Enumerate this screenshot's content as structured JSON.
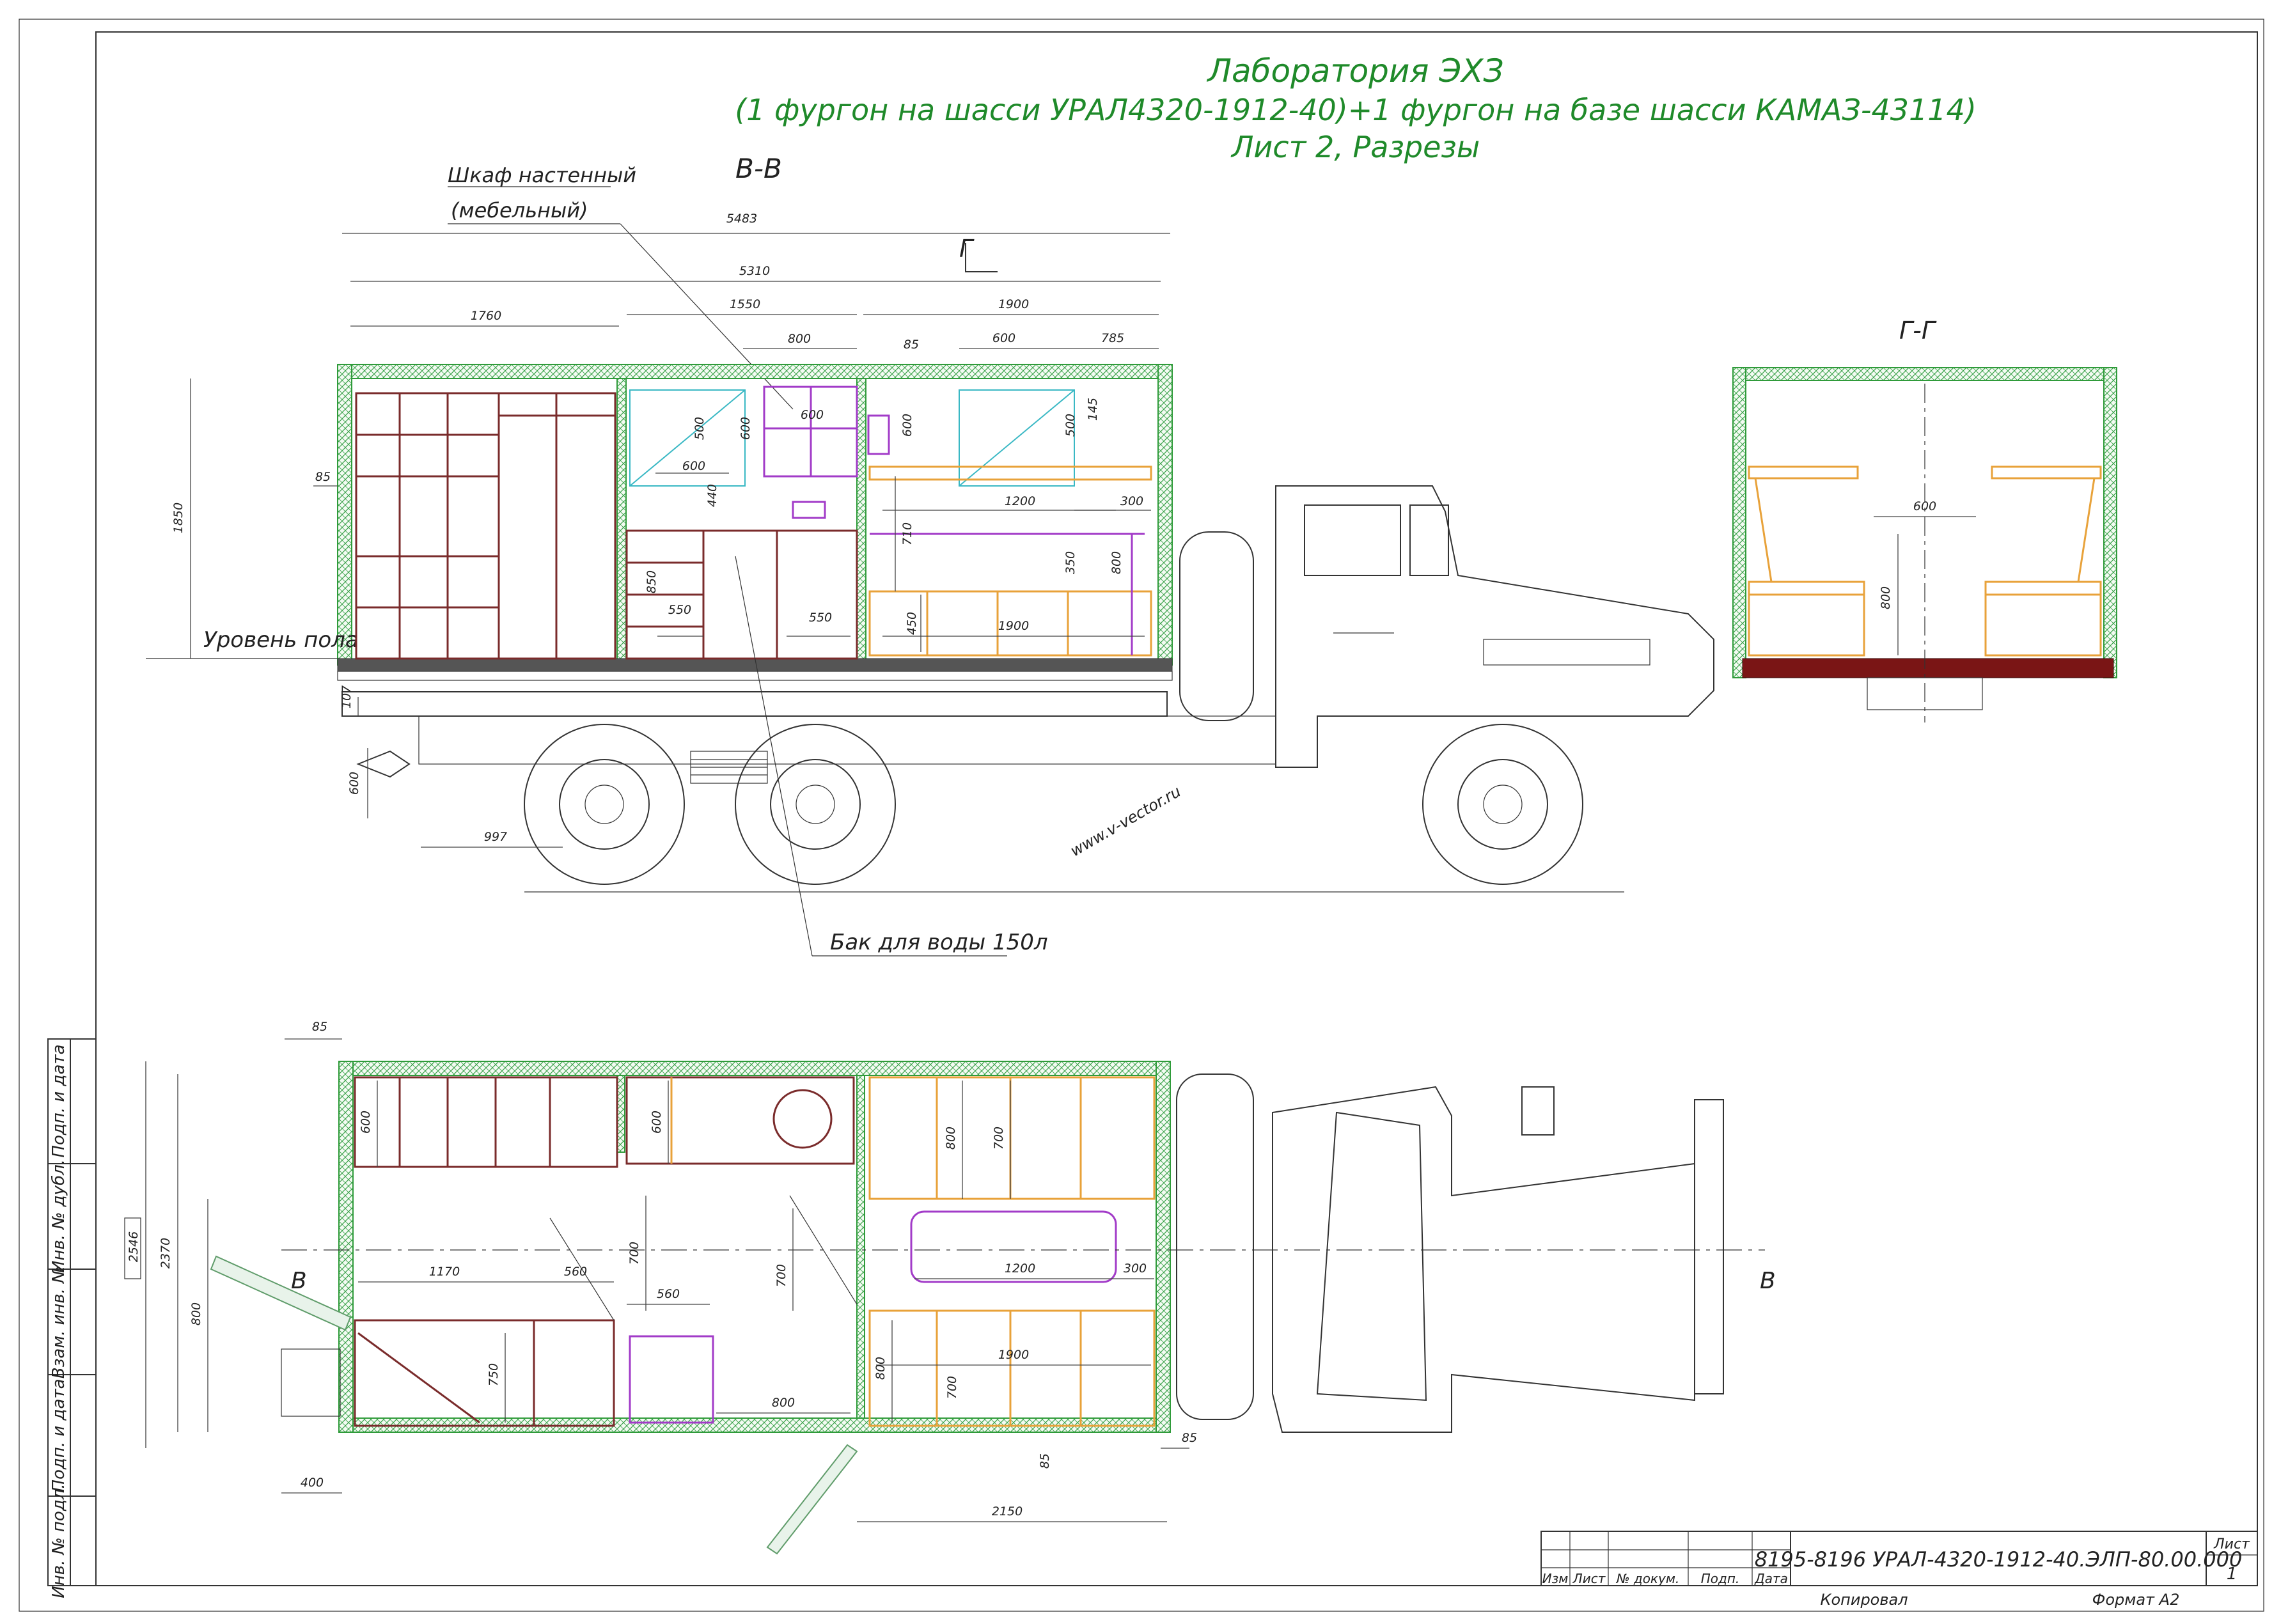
{
  "title": {
    "line1": "Лаборатория ЭХЗ",
    "line2": "(1 фургон на шасси УРАЛ4320-1912-40)+1 фургон на базе шасси КАМАЗ-43114)",
    "line3": "Лист 2, Разрезы"
  },
  "labels": {
    "section_bb": "В-В",
    "section_gg": "Г-Г",
    "cabinet_line1": "Шкаф настенный",
    "cabinet_line2": "(мебельный)",
    "floor_level": "Уровень пола",
    "water_tank": "Бак для воды 150л",
    "watermark": "www.v-vector.ru",
    "section_mark_g": "Г",
    "section_mark_b": "В"
  },
  "dims_side": {
    "overall": "5483",
    "body": "5310",
    "d1760": "1760",
    "d1550": "1550",
    "d1900": "1900",
    "d800": "800",
    "d600a": "600",
    "d785": "785",
    "d85a": "85",
    "d85b": "85",
    "d1850": "1850",
    "d500a": "500",
    "d600b": "600",
    "d600c": "600",
    "d600d": "600",
    "d440": "440",
    "d600e": "600",
    "d500b": "500",
    "d145": "145",
    "d1200": "1200",
    "d300": "300",
    "d710": "710",
    "d350": "350",
    "d800b": "800",
    "d850": "850",
    "d550a": "550",
    "d550b": "550",
    "d450": "450",
    "d1900b": "1900",
    "d107": "107",
    "d600f": "600",
    "d997": "997"
  },
  "dims_section": {
    "d600": "600",
    "d800": "800"
  },
  "dims_plan": {
    "d85top": "85",
    "d2546": "2546",
    "d2370": "2370",
    "d600a": "600",
    "d600b": "600",
    "d800a": "800",
    "d700a": "700",
    "d700b": "700",
    "d700c": "700",
    "d1170": "1170",
    "d560a": "560",
    "d560b": "560",
    "d750": "750",
    "d1200": "1200",
    "d300": "300",
    "d800b": "800",
    "d700d": "700",
    "d1900": "1900",
    "d800c": "800",
    "d400": "400",
    "d85b": "85",
    "d85c": "85",
    "d2150": "2150"
  },
  "stamp": {
    "code": "8195-8196 УРАЛ-4320-1912-40.ЭЛП-80.00.000",
    "sheet_label": "Лист",
    "sheet_no": "1",
    "col_izm": "Изм",
    "col_list": "Лист",
    "col_doc": "№ докум.",
    "col_sign": "Подп.",
    "col_date": "Дата",
    "copied": "Копировал",
    "format": "Формат   А2"
  },
  "side_stamp": {
    "s1": "Подп. и дата",
    "s2": "Инв. № дубл.",
    "s3": "Взам. инв. №",
    "s4": "Подп. и дата",
    "s5": "Инв. № подл."
  },
  "colors": {
    "title": "#1f8a2a",
    "wall": "#2f9b3a",
    "furniture": "#7a2b2b",
    "bench": "#e8a23a",
    "window": "#39b8c4",
    "cabinet": "#a23bc8"
  }
}
